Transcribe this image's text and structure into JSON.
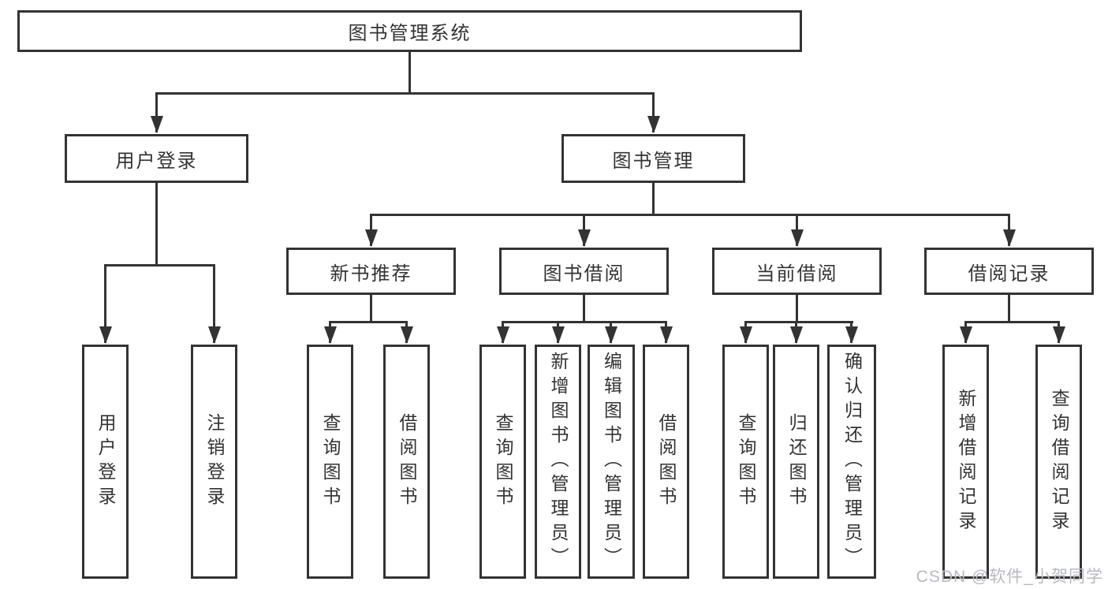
{
  "tree": {
    "label": "图书管理系统",
    "children": [
      {
        "label": "用户登录",
        "children": [
          {
            "label": "用户登录"
          },
          {
            "label": "注销登录"
          }
        ]
      },
      {
        "label": "图书管理",
        "children": [
          {
            "label": "新书推荐",
            "children": [
              {
                "label": "查询图书"
              },
              {
                "label": "借阅图书"
              }
            ]
          },
          {
            "label": "图书借阅",
            "children": [
              {
                "label": "查询图书"
              },
              {
                "label": "新增图书（管理员）"
              },
              {
                "label": "编辑图书（管理员）"
              },
              {
                "label": "借阅图书"
              }
            ]
          },
          {
            "label": "当前借阅",
            "children": [
              {
                "label": "查询图书"
              },
              {
                "label": "归还图书"
              },
              {
                "label": "确认归还（管理员）"
              }
            ]
          },
          {
            "label": "借阅记录",
            "children": [
              {
                "label": "新增借阅记录"
              },
              {
                "label": "查询借阅记录"
              }
            ]
          }
        ]
      }
    ]
  },
  "watermark": {
    "text": "CSDN @软件_小贺同学"
  },
  "colors": {
    "line": "#333333",
    "text": "#333333",
    "watermark": "#b6bac1",
    "background": "#ffffff"
  }
}
